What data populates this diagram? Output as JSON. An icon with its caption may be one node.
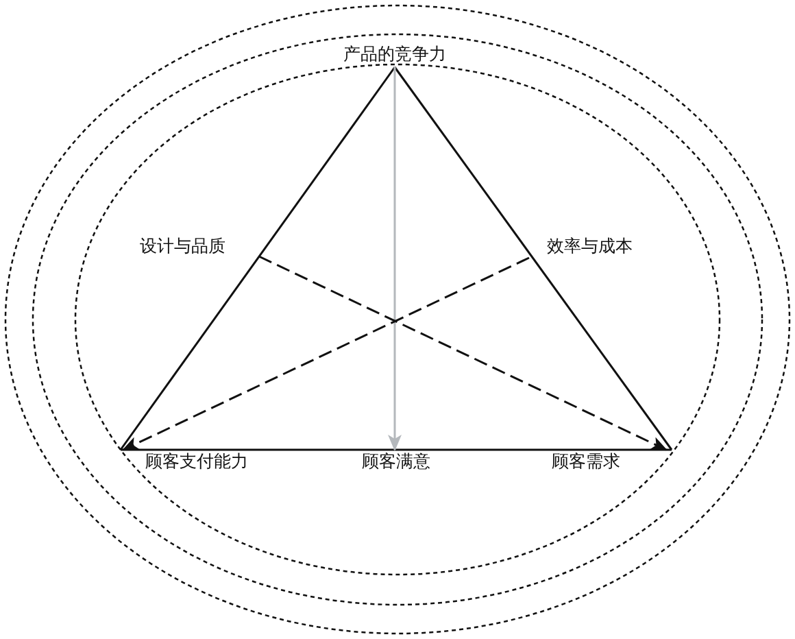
{
  "diagram": {
    "nodes": [
      {
        "text": [
          "产品的竞争力"
        ]
      },
      {
        "text": [
          "设计与品质"
        ]
      },
      {
        "text": [
          "效率与成本"
        ]
      },
      {
        "text": [
          "顾客支付能力"
        ]
      },
      {
        "text": [
          "顾客满意"
        ]
      },
      {
        "text": [
          "顾客需求"
        ]
      }
    ],
    "edges": [
      {
        "from": 0,
        "to": 3,
        "arrow": "none"
      },
      {
        "from": 0,
        "to": 5,
        "arrow": "none"
      },
      {
        "from": 3,
        "to": 5,
        "arrow": "none"
      },
      {
        "from": 0,
        "to": 4,
        "arrow": "to",
        "color": "#b4b8bc"
      },
      {
        "from": 1,
        "to": 5,
        "arrow": "to",
        "style": "dashed"
      },
      {
        "from": 2,
        "to": 3,
        "arrow": "to",
        "style": "dashed"
      }
    ]
  }
}
